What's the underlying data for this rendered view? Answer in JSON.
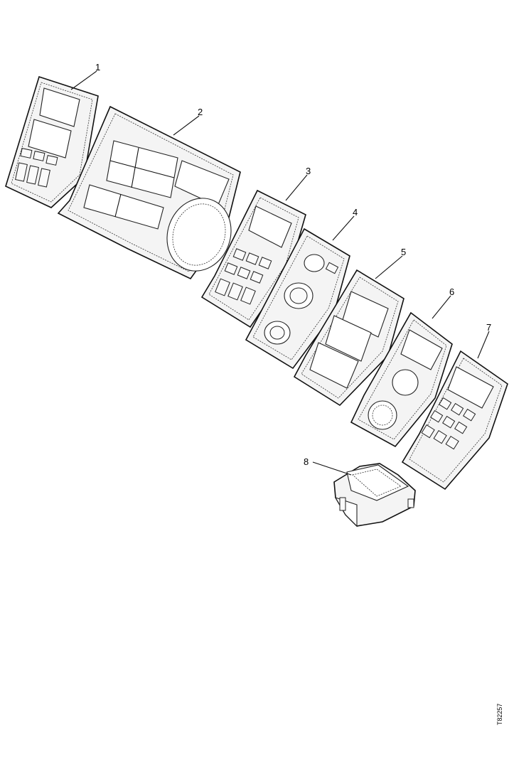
{
  "callouts": [
    {
      "id": "1",
      "label": "1"
    },
    {
      "id": "2",
      "label": "2"
    },
    {
      "id": "3",
      "label": "3"
    },
    {
      "id": "4",
      "label": "4"
    },
    {
      "id": "5",
      "label": "5"
    },
    {
      "id": "6",
      "label": "6"
    },
    {
      "id": "7",
      "label": "7"
    },
    {
      "id": "8",
      "label": "8"
    }
  ],
  "figure_ref": "T82257"
}
